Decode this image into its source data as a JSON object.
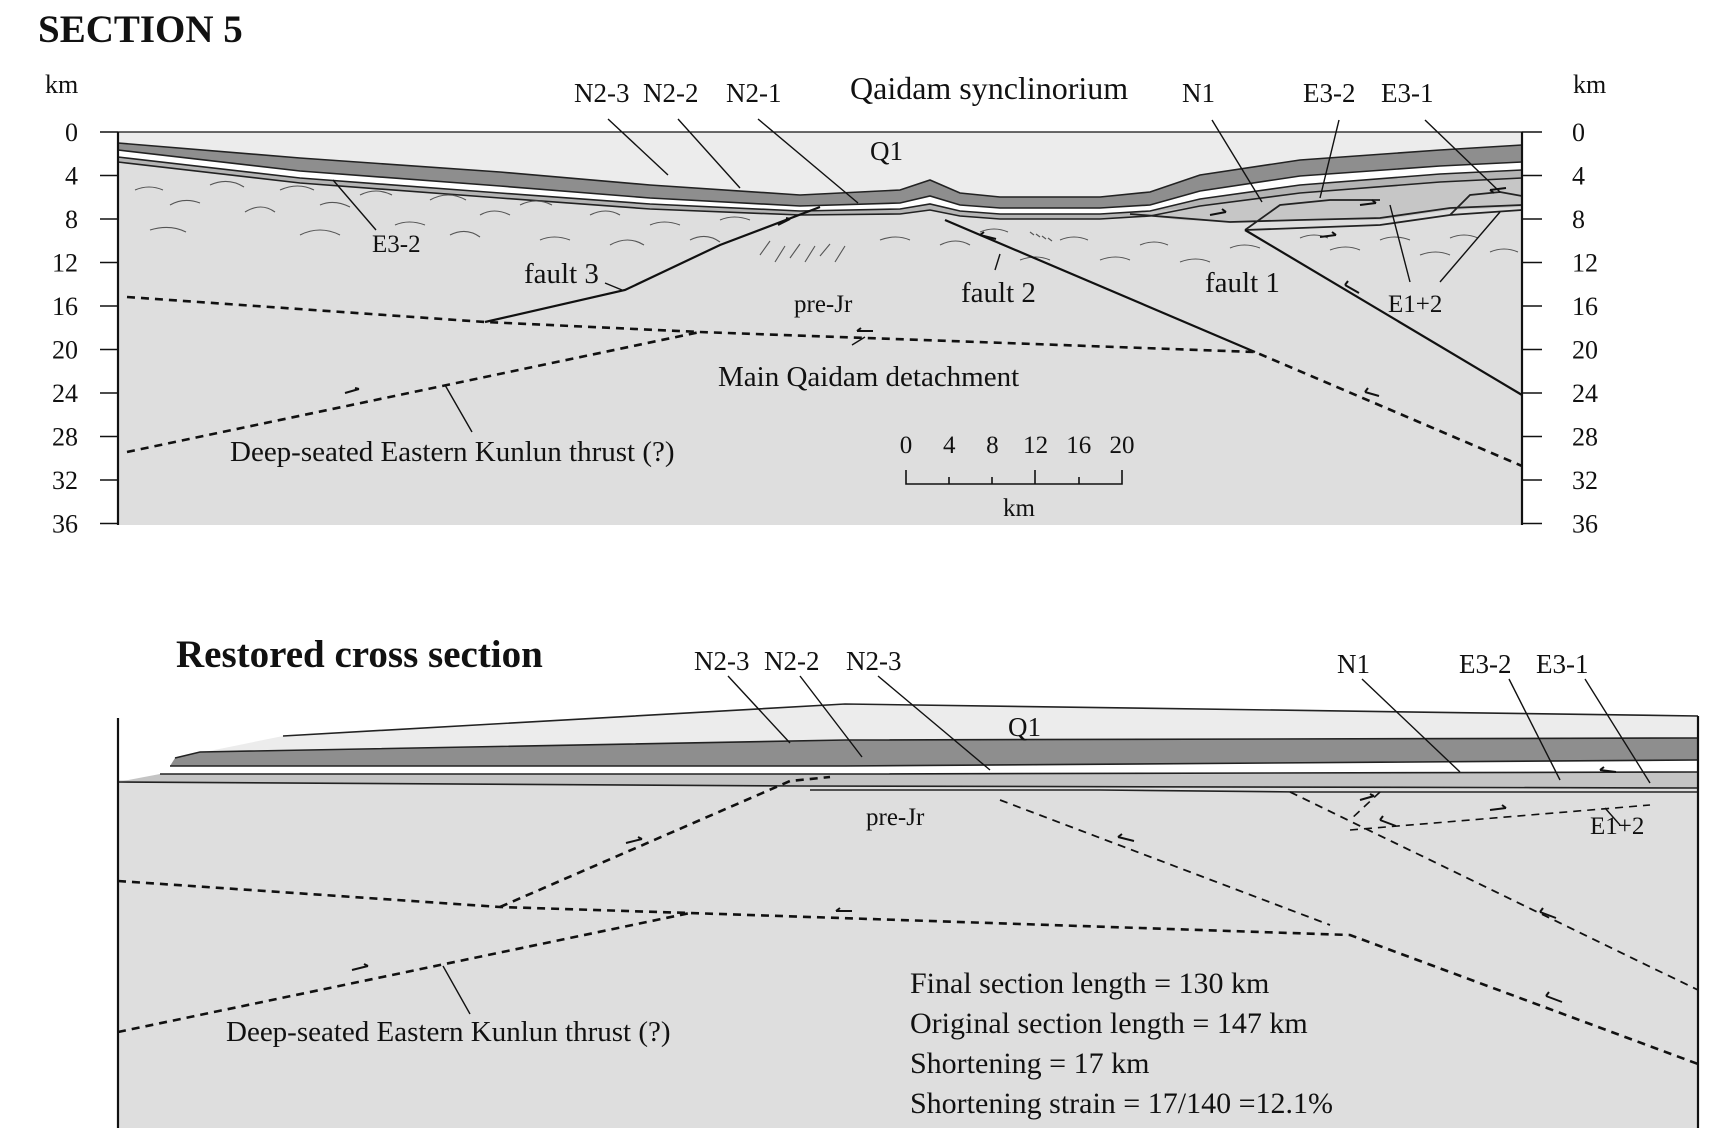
{
  "section": {
    "title": "SECTION 5",
    "axis_unit": "km",
    "depth_ticks": [
      "0",
      "4",
      "8",
      "12",
      "16",
      "20",
      "24",
      "28",
      "32",
      "36"
    ],
    "unit_labels": {
      "q1": "Q1",
      "n2_3": "N2-3",
      "n2_2": "N2-2",
      "n2_1": "N2-1",
      "n1": "N1",
      "e3_2": "E3-2",
      "e3_1": "E3-1",
      "e3_2_lower": "E3-2",
      "e1_2": "E1+2",
      "pre_jr": "pre-Jr"
    },
    "feature_labels": {
      "synclinorium": "Qaidam synclinorium",
      "fault1": "fault 1",
      "fault2": "fault 2",
      "fault3": "fault 3",
      "detachment": "Main Qaidam detachment",
      "kunlun_thrust": "Deep-seated Eastern Kunlun thrust (?)"
    },
    "scale_bar": {
      "ticks": [
        "0",
        "4",
        "8",
        "12",
        "16",
        "20"
      ],
      "unit": "km"
    }
  },
  "restored": {
    "title": "Restored cross section",
    "unit_labels": {
      "n2_3_left": "N2-3",
      "n2_2": "N2-2",
      "n2_3_right": "N2-3",
      "n1": "N1",
      "e3_2": "E3-2",
      "e3_1": "E3-1",
      "q1": "Q1",
      "pre_jr": "pre-Jr",
      "e1_2": "E1+2"
    },
    "kunlun_thrust": "Deep-seated Eastern Kunlun thrust (?)",
    "stats": [
      "Final section length = 130 km",
      "Original section length = 147 km",
      "Shortening = 17 km",
      "Shortening strain = 17/140 =12.1%"
    ]
  },
  "colors": {
    "basement": "#dedede",
    "sky": "#ffffff",
    "q1": "#ececec",
    "dark_layer": "#8e8e8e",
    "mid_layer": "#b4b4b4",
    "line": "#111111"
  }
}
